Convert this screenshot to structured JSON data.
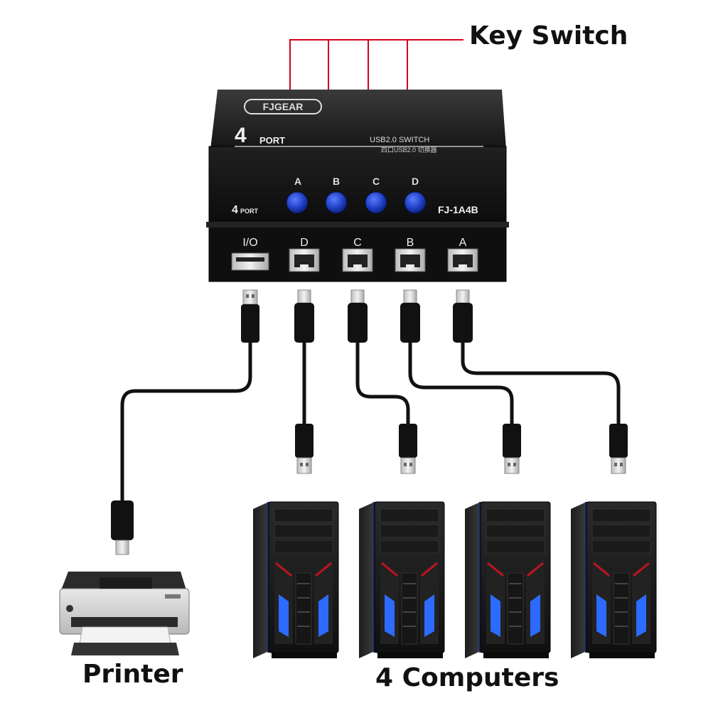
{
  "callouts": {
    "key_switch": "Key Switch",
    "printer": "Printer",
    "computers": "4 Computers"
  },
  "device": {
    "brand": "FJGEAR",
    "port_count": "4",
    "port_word": "PORT",
    "type_label": "USB2.0  SWITCH",
    "chinese_label": "四口USB2.0 切换器",
    "side_label_num": "4",
    "side_label_word": "PORT",
    "model": "FJ-1A4B",
    "buttons": [
      "A",
      "B",
      "C",
      "D"
    ],
    "rear_ports": [
      "I/O",
      "D",
      "C",
      "B",
      "A"
    ]
  },
  "colors": {
    "callout_line": "#d0021b",
    "button_blue": "#1f3fc4",
    "case_black": "#161616",
    "pc_accent_blue": "#2d6bff",
    "pc_accent_red": "#c1121f"
  }
}
